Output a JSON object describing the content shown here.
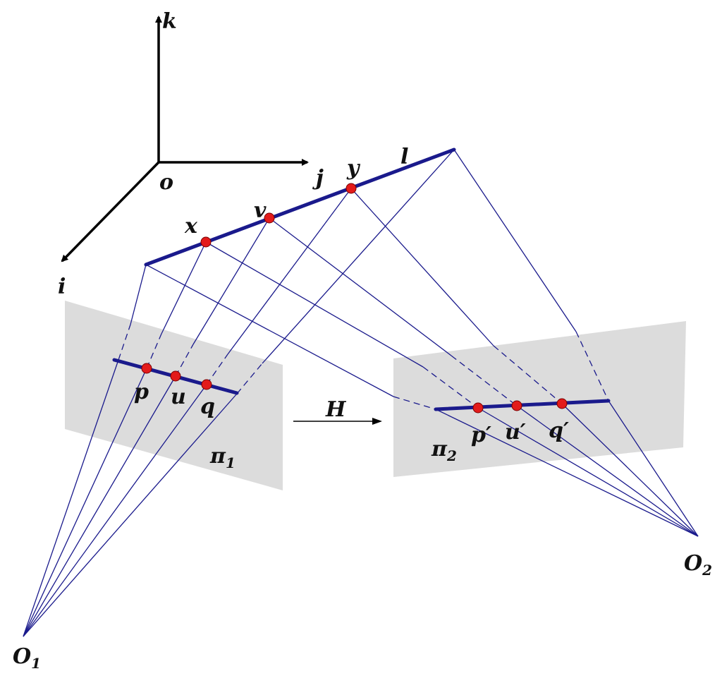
{
  "colors": {
    "line": "#1a1a8c",
    "point": "#e31b1b",
    "plane": "#dcdcdc",
    "axis": "#000000"
  },
  "labels": {
    "k": "k",
    "o": "o",
    "j": "j",
    "i": "i",
    "x": "x",
    "v": "v",
    "y": "y",
    "l": "l",
    "p": "p",
    "u": "u",
    "q": "q",
    "H": "H",
    "pi1": "π",
    "pi1_sub": "1",
    "pi2": "π",
    "pi2_sub": "2",
    "p_prime": "p′",
    "u_prime": "u′",
    "q_prime": "q′",
    "O1": "O",
    "O1_sub": "1",
    "O2": "O",
    "O2_sub": "2"
  }
}
